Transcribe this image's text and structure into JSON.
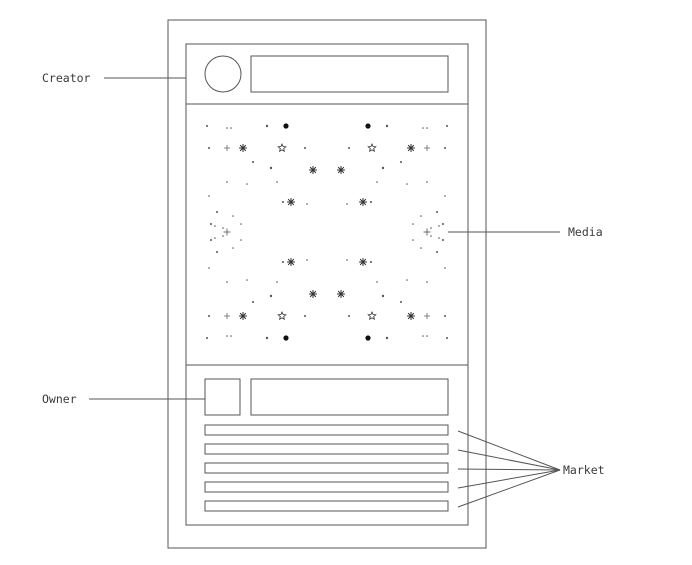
{
  "labels": {
    "creator": "Creator",
    "media": "Media",
    "owner": "Owner",
    "market": "Market"
  },
  "colors": {
    "stroke": "#555555",
    "text": "#3a3a3a",
    "background": "#ffffff"
  },
  "market": {
    "row_count": 5
  }
}
